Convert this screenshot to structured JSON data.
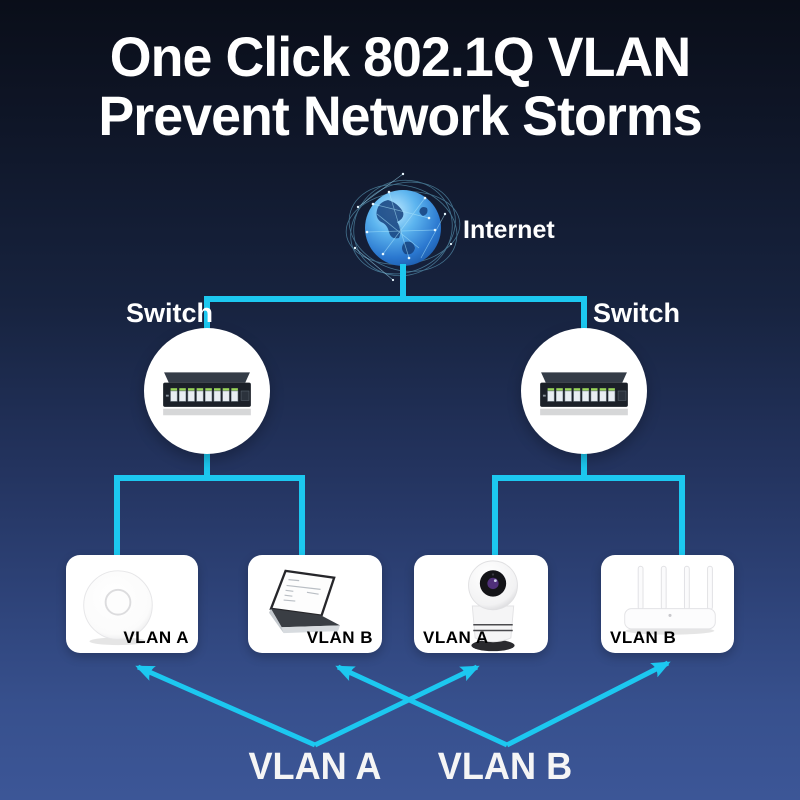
{
  "title": {
    "line1": "One Click 802.1Q VLAN",
    "line2": "Prevent Network Storms"
  },
  "internet": {
    "label": "Internet"
  },
  "switches": {
    "left": {
      "label": "Switch"
    },
    "right": {
      "label": "Switch"
    }
  },
  "devices": [
    {
      "name": "wireless-access-point",
      "vlan_label": "VLAN A"
    },
    {
      "name": "laptop",
      "vlan_label": "VLAN B"
    },
    {
      "name": "ip-camera",
      "vlan_label": "VLAN A"
    },
    {
      "name": "wifi-router",
      "vlan_label": "VLAN B"
    }
  ],
  "vlan_groups": {
    "a": {
      "label": "VLAN A"
    },
    "b": {
      "label": "VLAN B"
    }
  },
  "colors": {
    "connector_cyan": "#1cc8f0",
    "card_white": "#ffffff",
    "vlan_text": "#000000",
    "title_text": "#ffffff",
    "background_top": "#0a0e19",
    "background_bottom": "#3c5697",
    "globe_blue": "#2a77cf"
  }
}
